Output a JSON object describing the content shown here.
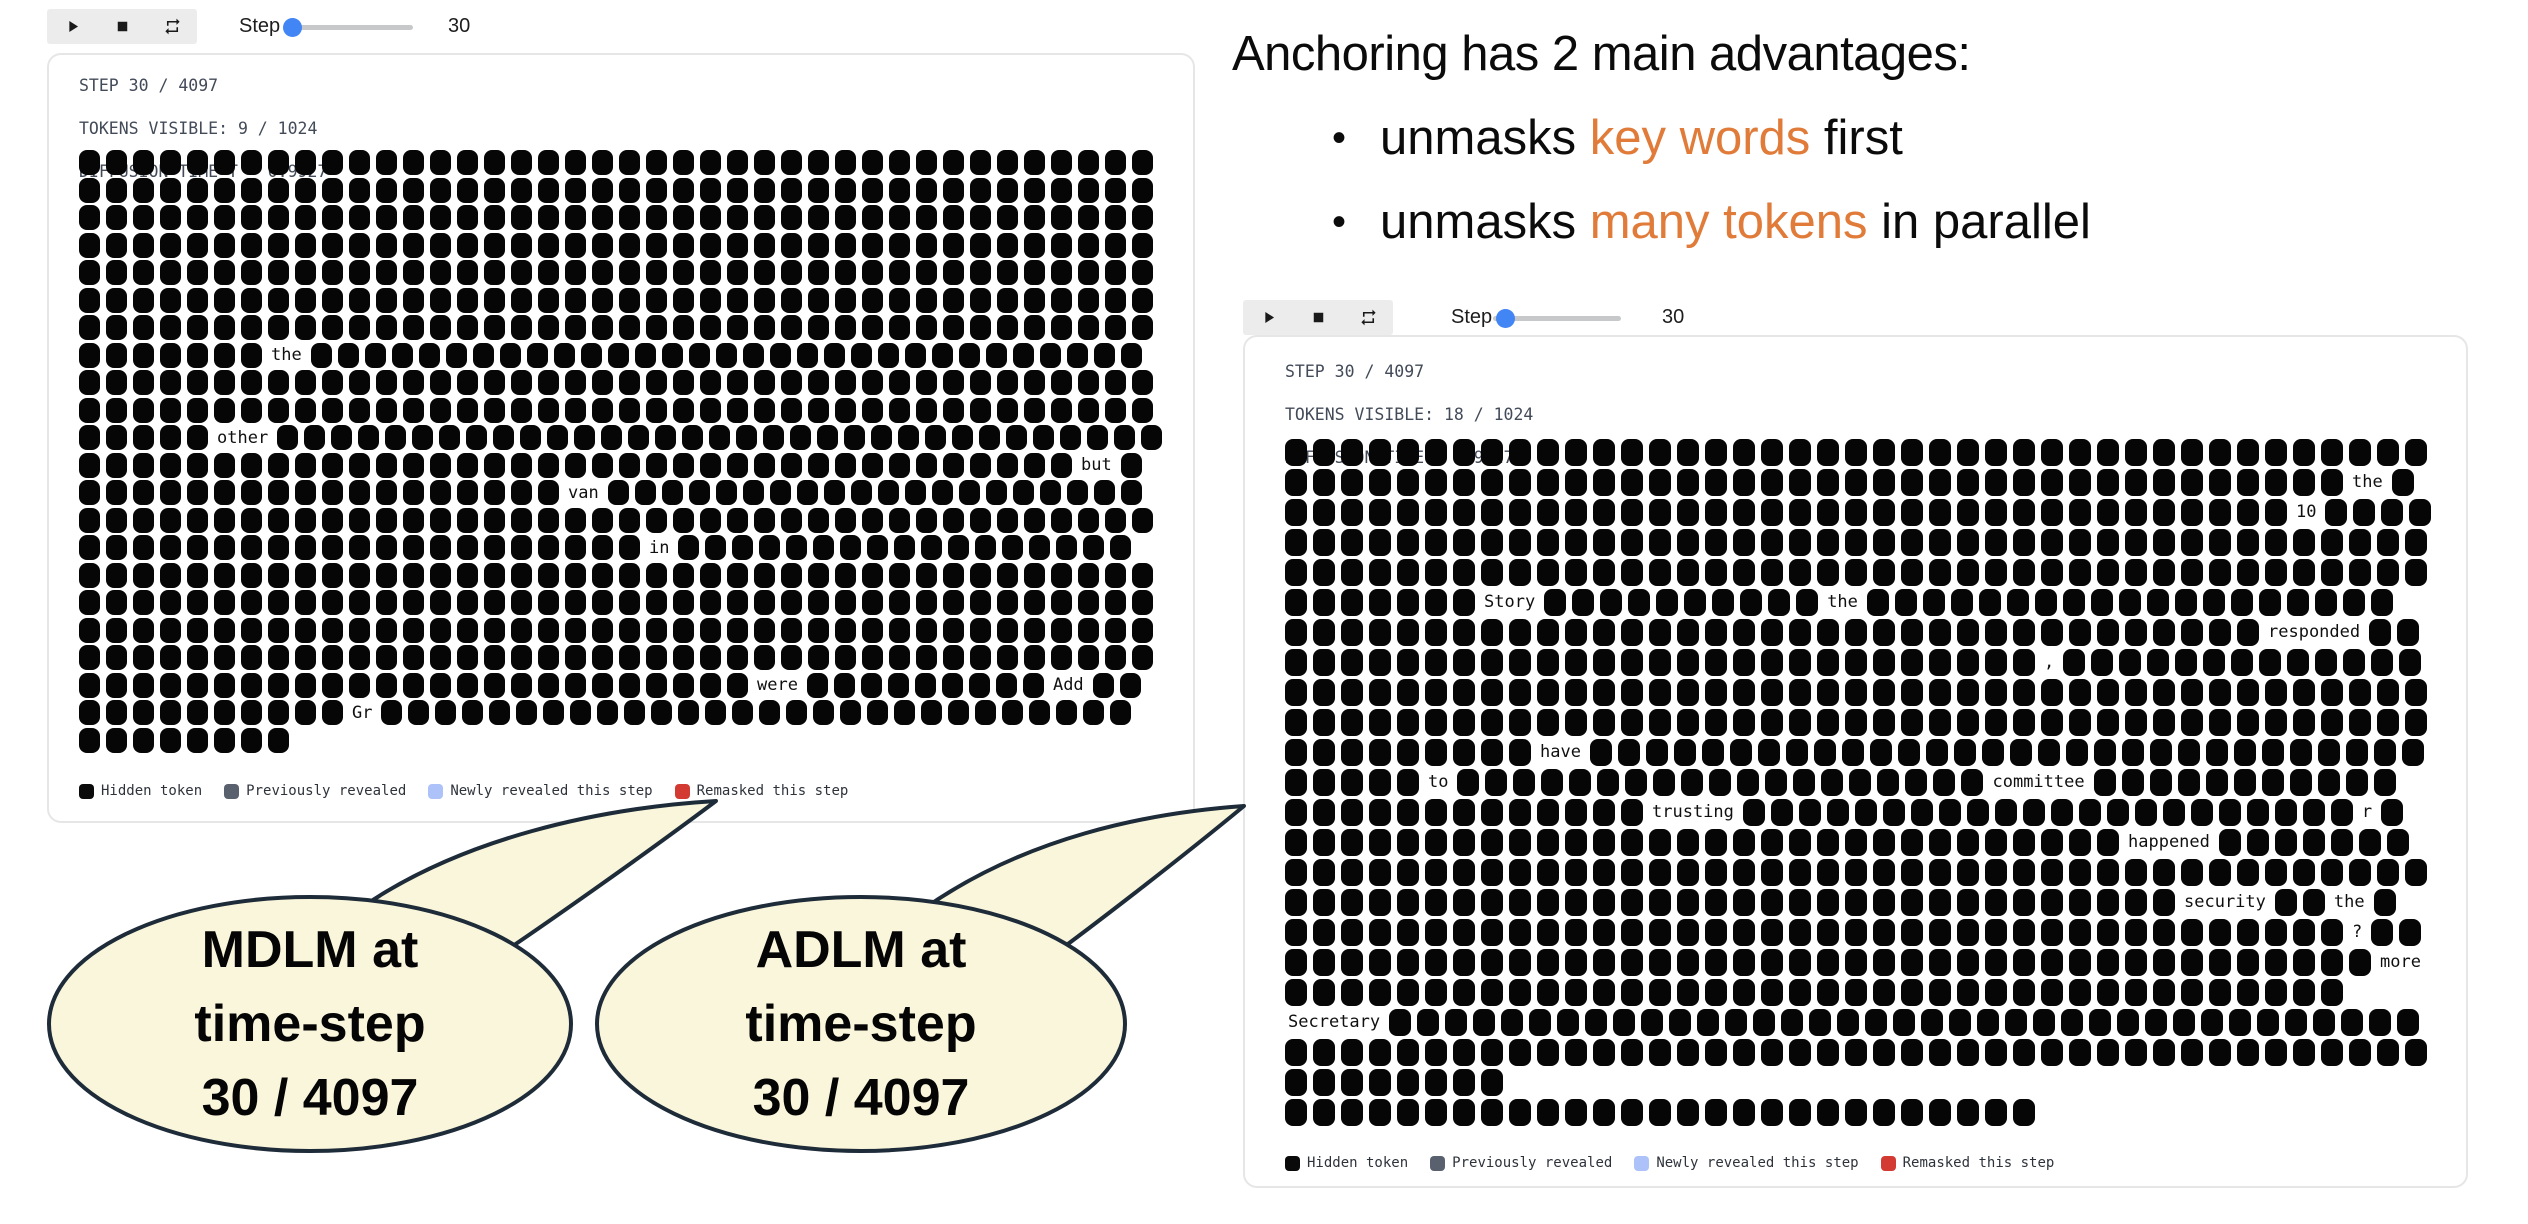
{
  "annotation": {
    "title": "Anchoring has 2 main advantages:",
    "bullet_glyph": "•",
    "bullets": [
      {
        "pre": "unmasks ",
        "highlight": "key words",
        "post": " first"
      },
      {
        "pre": "unmasks ",
        "highlight": "many tokens",
        "post": " in parallel"
      }
    ],
    "highlight_color": "#E07B39"
  },
  "controls": {
    "step_label": "Step",
    "step_value": "30",
    "buttons": [
      {
        "name": "play",
        "icon": "play-icon"
      },
      {
        "name": "stop",
        "icon": "stop-icon"
      },
      {
        "name": "repeat",
        "icon": "repeat-icon"
      }
    ],
    "slider_color": "#4285F4"
  },
  "legend": {
    "items": [
      {
        "label": "Hidden token",
        "color": "#0a0a0a"
      },
      {
        "label": "Previously revealed",
        "color": "#5a616e"
      },
      {
        "label": "Newly revealed this step",
        "color": "#adc2f9"
      },
      {
        "label": "Remasked this step",
        "color": "#d23a32"
      }
    ]
  },
  "panels": [
    {
      "id": "mdlm",
      "header": [
        "STEP 30 / 4097",
        "TOKENS VISIBLE: 9 / 1024",
        "DIFFUSION TIME T ≈ 0.9927"
      ],
      "rows": [
        [
          40
        ],
        [
          40
        ],
        [
          40
        ],
        [
          40
        ],
        [
          40
        ],
        [
          40
        ],
        [
          40
        ],
        [
          7,
          "the",
          31
        ],
        [
          40
        ],
        [
          40
        ],
        [
          5,
          "other",
          33
        ],
        [
          37,
          "but",
          1
        ],
        [
          18,
          "van",
          20
        ],
        [
          40
        ],
        [
          21,
          "in",
          17
        ],
        [
          40
        ],
        [
          40
        ],
        [
          40
        ],
        [
          40
        ],
        [
          25,
          "were",
          9,
          "Add",
          2
        ],
        [
          10,
          "Gr",
          28
        ],
        [
          8
        ]
      ]
    },
    {
      "id": "adlm",
      "header": [
        "STEP 30 / 4097",
        "TOKENS VISIBLE: 18 / 1024",
        "DIFFUSION TIME ≈ 0.9927"
      ],
      "rows": [
        [
          41
        ],
        [
          38,
          "the",
          1
        ],
        [
          36,
          "10",
          4
        ],
        [
          41
        ],
        [
          41
        ],
        [
          7,
          "Story",
          10,
          "the",
          19
        ],
        [
          35,
          "responded",
          2
        ],
        [
          27,
          ",",
          13
        ],
        [
          41
        ],
        [
          41
        ],
        [
          9,
          "have",
          30
        ],
        [
          5,
          "to",
          19,
          "committee",
          11
        ],
        [
          13,
          "trusting",
          22,
          "r",
          1
        ],
        [
          30,
          "happened",
          7
        ],
        [
          41
        ],
        [
          32,
          "security",
          2,
          "the",
          1
        ],
        [
          38,
          "?",
          2
        ],
        [
          39,
          "more"
        ],
        [
          38
        ],
        [
          "Secretary",
          37
        ],
        [
          41
        ],
        [
          8
        ],
        [
          27
        ]
      ]
    }
  ],
  "bubbles": [
    {
      "lines": [
        "MDLM at",
        "time-step",
        "30 / 4097"
      ],
      "fill": "#FAF6DC",
      "stroke": "#1e2b38"
    },
    {
      "lines": [
        "ADLM at",
        "time-step",
        "30 / 4097"
      ],
      "fill": "#FAF6DC",
      "stroke": "#1e2b38"
    }
  ]
}
